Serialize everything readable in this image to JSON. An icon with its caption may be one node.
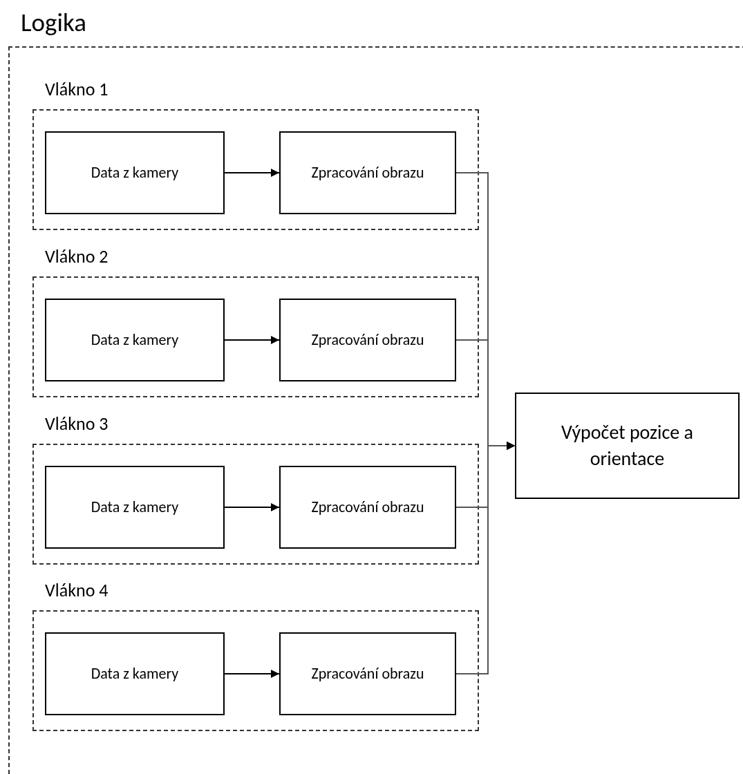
{
  "diagram": {
    "nodes": [
      {
        "text": [
          "Logika"
        ]
      },
      {
        "text": [
          "Vlákno 1"
        ],
        "in": 0
      },
      {
        "text": [
          "Data z kamery"
        ],
        "in": 1
      },
      {
        "text": [
          "Zpracování obrazu"
        ],
        "in": 1
      },
      {
        "text": [
          "Vlákno 2"
        ],
        "in": 0
      },
      {
        "text": [
          "Data z kamery"
        ],
        "in": 4
      },
      {
        "text": [
          "Zpracování obrazu"
        ],
        "in": 4
      },
      {
        "text": [
          "Vlákno 3"
        ],
        "in": 0
      },
      {
        "text": [
          "Data z kamery"
        ],
        "in": 7
      },
      {
        "text": [
          "Zpracování obrazu"
        ],
        "in": 7
      },
      {
        "text": [
          "Vlákno 4"
        ],
        "in": 0
      },
      {
        "text": [
          "Data z kamery"
        ],
        "in": 10
      },
      {
        "text": [
          "Zpracování obrazu"
        ],
        "in": 10
      },
      {
        "text": [
          "Výpočet pozice a orientace"
        ],
        "in": 0
      }
    ],
    "edges": [
      {
        "from": 2,
        "to": 3,
        "arrow": "to"
      },
      {
        "from": 5,
        "to": 6,
        "arrow": "to"
      },
      {
        "from": 8,
        "to": 9,
        "arrow": "to"
      },
      {
        "from": 11,
        "to": 12,
        "arrow": "to"
      },
      {
        "from": 3,
        "to": 13,
        "arrow": "to"
      },
      {
        "from": 6,
        "to": 13,
        "arrow": "to"
      },
      {
        "from": 9,
        "to": 13,
        "arrow": "to"
      },
      {
        "from": 12,
        "to": 13,
        "arrow": "to"
      }
    ]
  }
}
